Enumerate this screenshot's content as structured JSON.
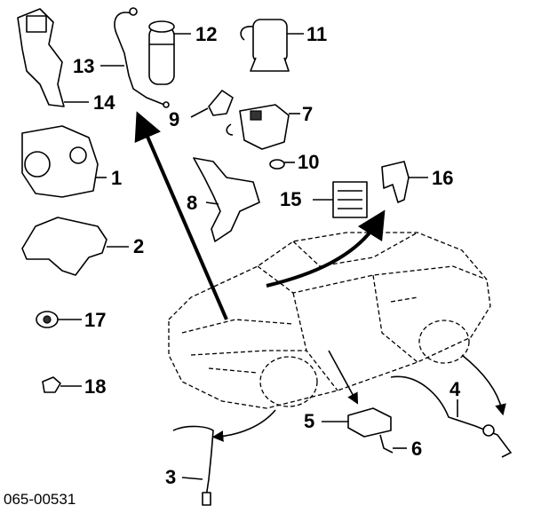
{
  "callouts": [
    {
      "id": "1",
      "label": "1"
    },
    {
      "id": "2",
      "label": "2"
    },
    {
      "id": "3",
      "label": "3"
    },
    {
      "id": "4",
      "label": "4"
    },
    {
      "id": "5",
      "label": "5"
    },
    {
      "id": "6",
      "label": "6"
    },
    {
      "id": "7",
      "label": "7"
    },
    {
      "id": "8",
      "label": "8"
    },
    {
      "id": "9",
      "label": "9"
    },
    {
      "id": "10",
      "label": "10"
    },
    {
      "id": "11",
      "label": "11"
    },
    {
      "id": "12",
      "label": "12"
    },
    {
      "id": "13",
      "label": "13"
    },
    {
      "id": "14",
      "label": "14"
    },
    {
      "id": "15",
      "label": "15"
    },
    {
      "id": "16",
      "label": "16"
    },
    {
      "id": "17",
      "label": "17"
    },
    {
      "id": "18",
      "label": "18"
    }
  ],
  "reference_code": "065-00531"
}
